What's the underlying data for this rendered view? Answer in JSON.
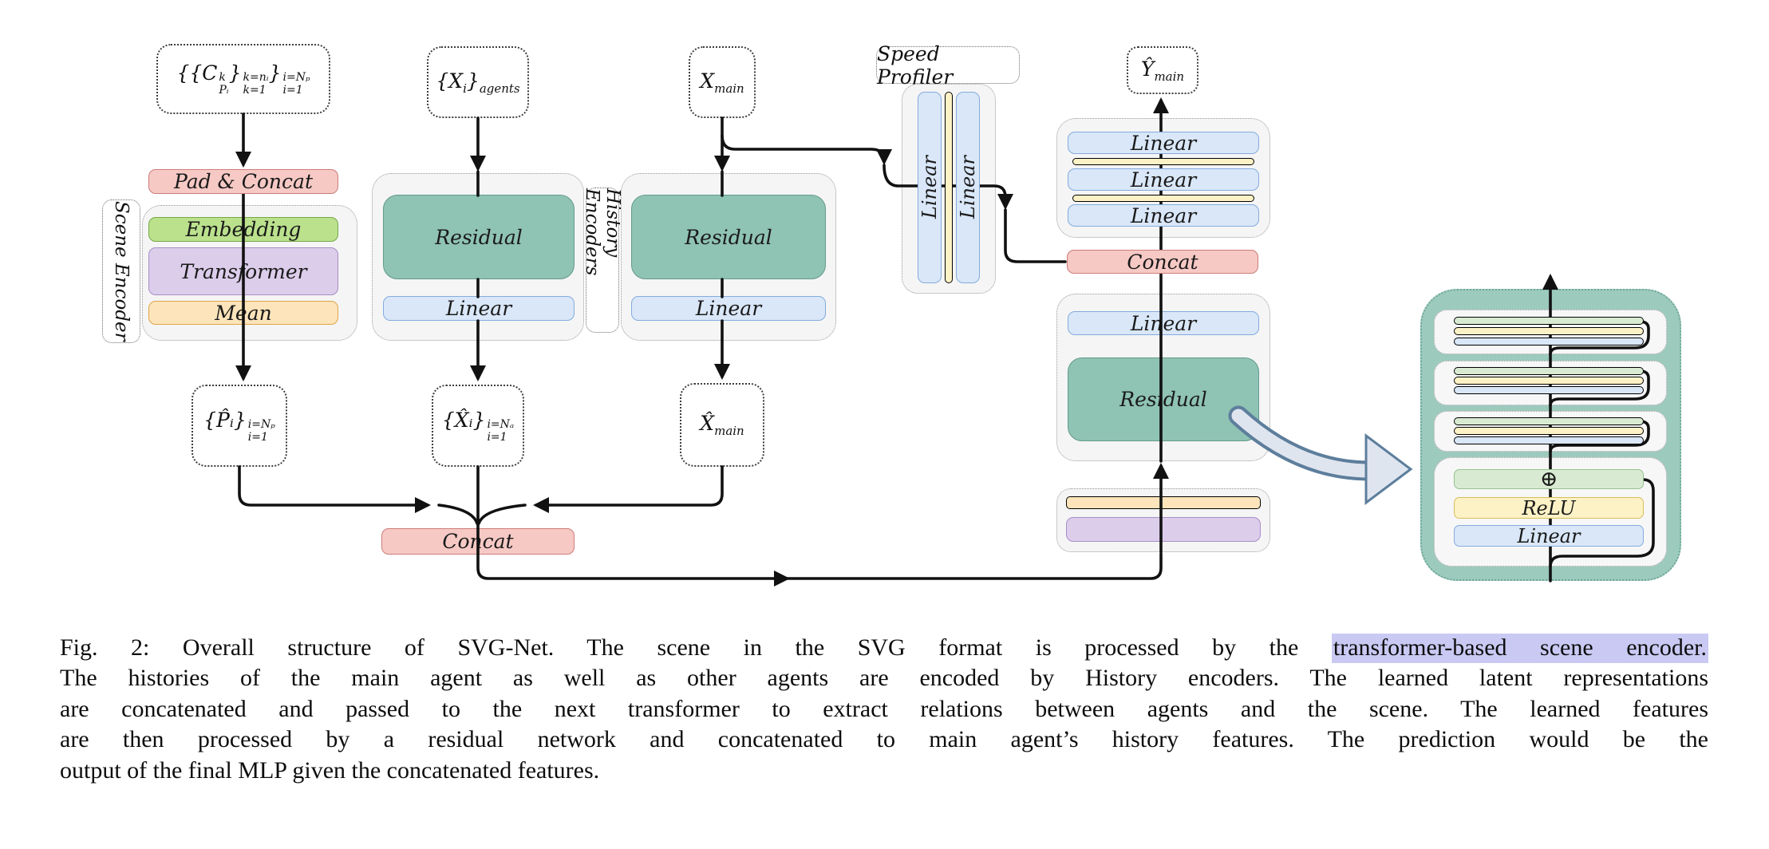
{
  "labels": {
    "pad_concat": "Pad & Concat",
    "embedding": "Embedding",
    "transformer": "Transformer",
    "mean": "Mean",
    "residual": "Residual",
    "linear": "Linear",
    "concat": "Concat",
    "speed_profiler": "Speed Profiler",
    "scene_encoder": "Scene Encoder",
    "history_encoders": "History Encoders",
    "relu": "ReLU",
    "oplus": "⊕"
  },
  "math": {
    "c": {
      "m1": "{{C",
      "s1sup": "k",
      "s1sub": "Pᵢ",
      "m2": "}",
      "s2sup": "k=nᵢ",
      "s2sub": "k=1",
      "m3": "}",
      "s3sup": "i=Nₚ",
      "s3sub": "i=1"
    },
    "xi": {
      "m1": "{X",
      "sub1": "i",
      "m2": "}",
      "sub2": "agents"
    },
    "xmain": {
      "m1": "X",
      "sub1": "main"
    },
    "phat": {
      "m1": "{P̂ᵢ}",
      "ssup": "i=Nₚ",
      "ssub": "i=1"
    },
    "xhat": {
      "m1": "{X̂ᵢ}",
      "ssup": "i=Nₐ",
      "ssub": "i=1"
    },
    "xhatmain": {
      "m1": "X̂",
      "sub1": "main"
    },
    "yhat": {
      "m1": "Ŷ",
      "sub1": "main"
    }
  },
  "caption": {
    "figure_label": "Fig. 2:",
    "l1_pre": "Fig. 2: Overall structure of SVG-Net. The scene in the SVG format is processed by the ",
    "l1_hl": "transformer-based scene encoder.",
    "l2": "The histories of the main agent as well as other agents are encoded by History encoders. The learned latent representations",
    "l3": "are concatenated and passed to the next transformer to extract relations between agents and the scene. The learned features",
    "l4": "are then processed by a residual network and concatenated to main agent’s history features. The prediction would be the",
    "l5": "output of the final MLP given the concatenated features."
  },
  "colors": {
    "pink": "#f6c9c5",
    "pink-border": "#cd7d79",
    "green": "#bbe18d",
    "green-border": "#74a846",
    "purple": "#dccdeb",
    "purple-border": "#a88fc7",
    "orange": "#fde4ba",
    "orange-border": "#dfa44a",
    "teal": "#8fc3b3",
    "teal-border": "#649a8c",
    "blue": "#d9e7f8",
    "blue-border": "#84abdd",
    "yellow": "#fdf2c6",
    "yellow-border": "#d9bd57",
    "ltgreen": "#d8ebd2",
    "ltgreen-border": "#96c290",
    "tealbg": "#9ccabd",
    "tealbg-border": "#6da797",
    "graybg": "#f5f5f5",
    "gray-border": "#9a9a9a",
    "highlight": "#c9c9f3",
    "arrow": "#111111",
    "bigarrow-fill": "#dfe5ef",
    "bigarrow-stroke": "#5d7e9c"
  }
}
